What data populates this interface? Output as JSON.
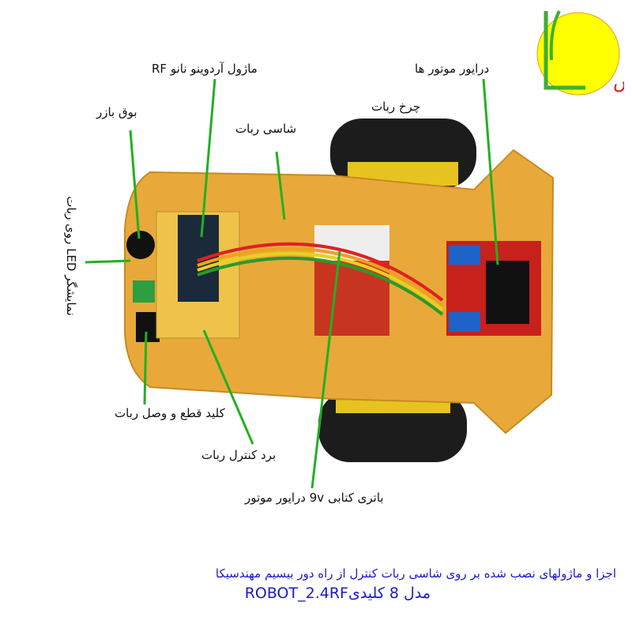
{
  "logo": {
    "text": "مهندسیکا",
    "bg_color": "#ffff00",
    "text_color": "#e02020",
    "accent_color": "#3cb030"
  },
  "labels": {
    "arduino": "ماژول آردوینو نانو RF",
    "motor_driver": "درایور موتور ها",
    "buzzer": "بوق بازر",
    "wheel": "چرخ ربات",
    "chassis": "شاسی ربات",
    "led_display": "نمایشگر LED روی ربات",
    "power_switch": "کلید قطع و وصل  ربات",
    "control_board": "برد کنترل ربات",
    "battery": "باتری کتابی 9v درایور موتور"
  },
  "caption": {
    "line1": "اجزا و ماژولهای نصب شده بر روی شاسی ربات کنترل از راه دور بیسیم مهندسیکا",
    "line2": "مدل 8 کلیدیROBOT_2.4RF"
  },
  "colors": {
    "leader_line": "#22b022",
    "caption": "#1a1ad0",
    "chassis": "#e8a93a"
  }
}
